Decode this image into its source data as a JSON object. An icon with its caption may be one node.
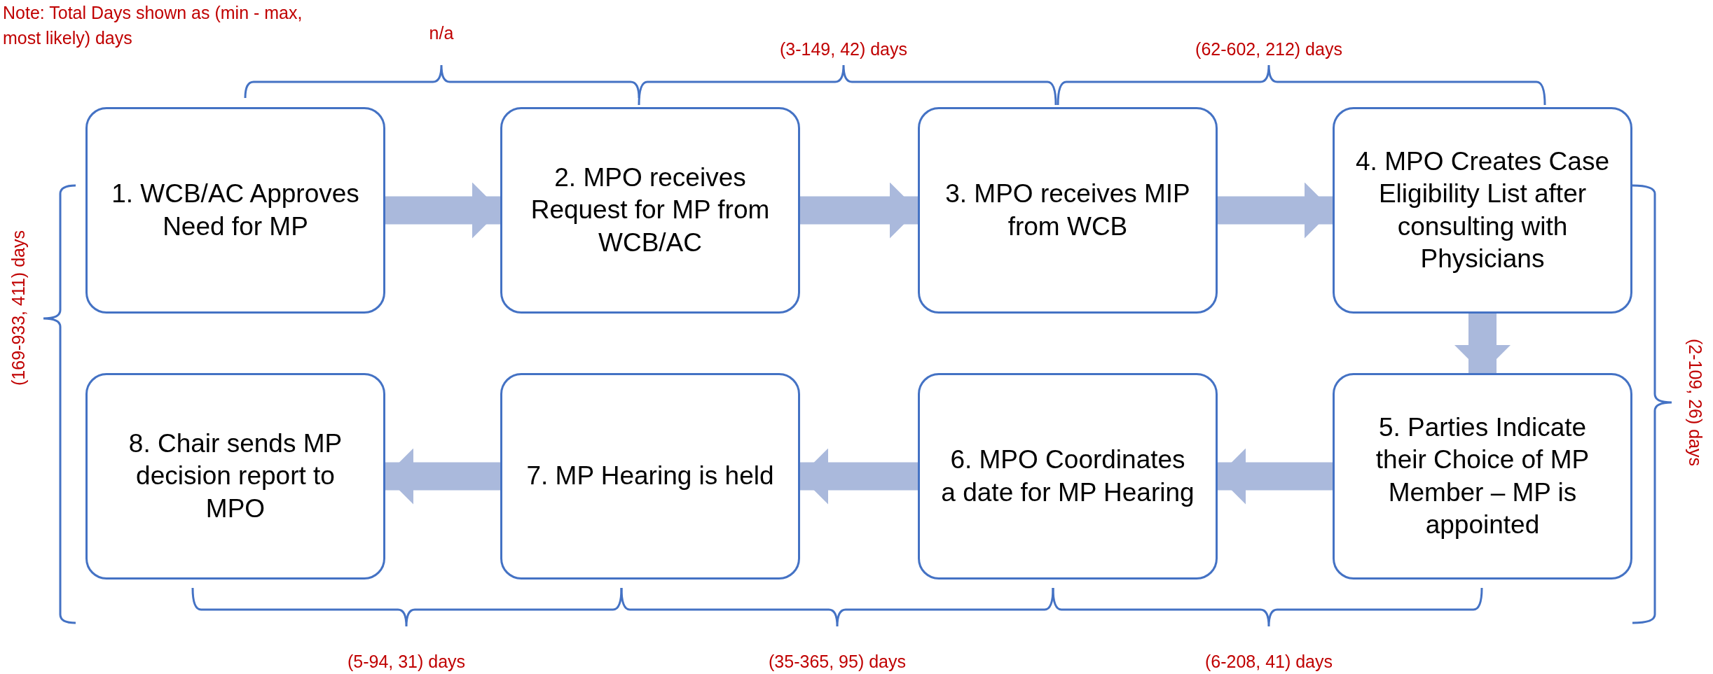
{
  "diagram": {
    "nodes": [
      {
        "text": [
          "1. WCB/AC Approves Need for MP"
        ]
      },
      {
        "text": [
          "2. MPO receives Request for MP from WCB/AC"
        ]
      },
      {
        "text": [
          "3. MPO receives MIP from WCB"
        ]
      },
      {
        "text": [
          "4. MPO Creates Case Eligibility List after consulting with Physicians"
        ]
      },
      {
        "text": [
          "5. Parties Indicate their Choice of MP Member – MP is appointed"
        ]
      },
      {
        "text": [
          "6. MPO Coordinates a date for MP Hearing"
        ]
      },
      {
        "text": [
          "7. MP Hearing is held"
        ]
      },
      {
        "text": [
          "8. Chair sends MP decision report to MPO"
        ]
      }
    ],
    "edges": [
      {
        "from": 0,
        "to": 1,
        "arrow": "to"
      },
      {
        "from": 1,
        "to": 2,
        "arrow": "to"
      },
      {
        "from": 2,
        "to": 3,
        "arrow": "to"
      },
      {
        "from": 3,
        "to": 4,
        "arrow": "to"
      },
      {
        "from": 4,
        "to": 5,
        "arrow": "to"
      },
      {
        "from": 5,
        "to": 6,
        "arrow": "to"
      },
      {
        "from": 6,
        "to": 7,
        "arrow": "to"
      }
    ],
    "labels": [
      "Note: Total Days shown as (min - max, most likely) days",
      "n/a",
      "(3-149, 42) days",
      "(62-602, 212) days",
      "(169-933, 411) days",
      "(2-109, 26) days",
      "(5-94, 31) days",
      "(35-365, 95) days",
      "(6-208, 41) days"
    ]
  }
}
